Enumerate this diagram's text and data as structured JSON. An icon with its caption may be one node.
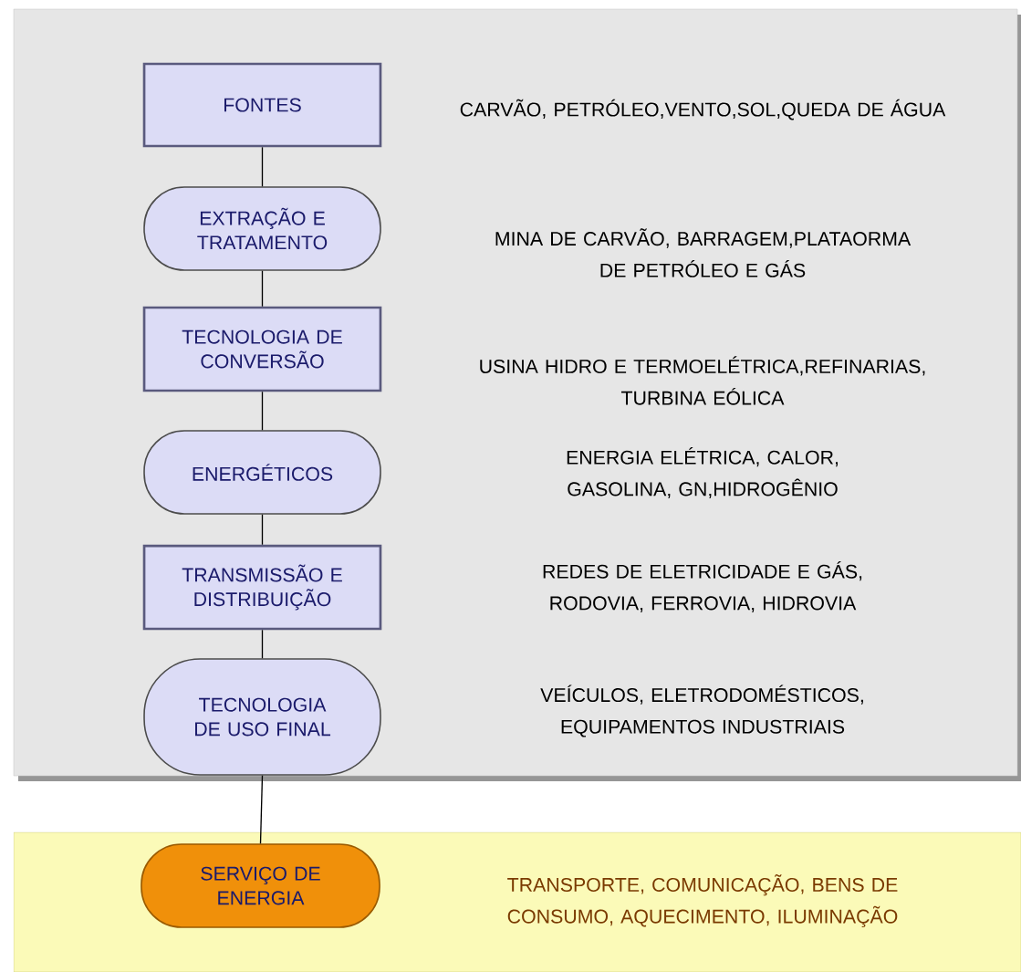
{
  "diagram": {
    "nodes": [
      {
        "text": [
          "FONTES"
        ]
      },
      {
        "text": [
          "EXTRAÇÃO E TRATAMENTO"
        ]
      },
      {
        "text": [
          "TECNOLOGIA DE CONVERSÃO"
        ]
      },
      {
        "text": [
          "ENERGÉTICOS"
        ]
      },
      {
        "text": [
          "TRANSMISSÃO E DISTRIBUIÇÃO"
        ]
      },
      {
        "text": [
          "TECNOLOGIA DE USO FINAL"
        ]
      },
      {
        "text": [
          "SERVIÇO DE ENERGIA"
        ]
      }
    ],
    "edges": [
      {
        "from": 0,
        "to": 1,
        "arrow": "none"
      },
      {
        "from": 1,
        "to": 2,
        "arrow": "none"
      },
      {
        "from": 2,
        "to": 3,
        "arrow": "none"
      },
      {
        "from": 3,
        "to": 4,
        "arrow": "none"
      },
      {
        "from": 4,
        "to": 5,
        "arrow": "none"
      },
      {
        "from": 5,
        "to": 6,
        "arrow": "none"
      }
    ],
    "labels": [
      "CARVÃO, PETRÓLEO,VENTO,SOL,QUEDA DE ÁGUA",
      "MINA DE CARVÃO, BARRAGEM,PLATAORMA DE PETRÓLEO E GÁS",
      "USINA HIDRO E TERMOELÉTRICA,REFINARIAS, TURBINA EÓLICA",
      "ENERGIA ELÉTRICA, CALOR, GASOLINA, GN,HIDROGÊNIO",
      "REDES DE ELETRICIDADE E GÁS, RODOVIA, FERROVIA, HIDROVIA",
      "VEÍCULOS, ELETRODOMÉSTICOS, EQUIPAMENTOS INDUSTRIAIS",
      "TRANSPORTE, COMUNICAÇÃO, BENS DE CONSUMO, AQUECIMENTO, ILUMINAÇÃO"
    ]
  }
}
